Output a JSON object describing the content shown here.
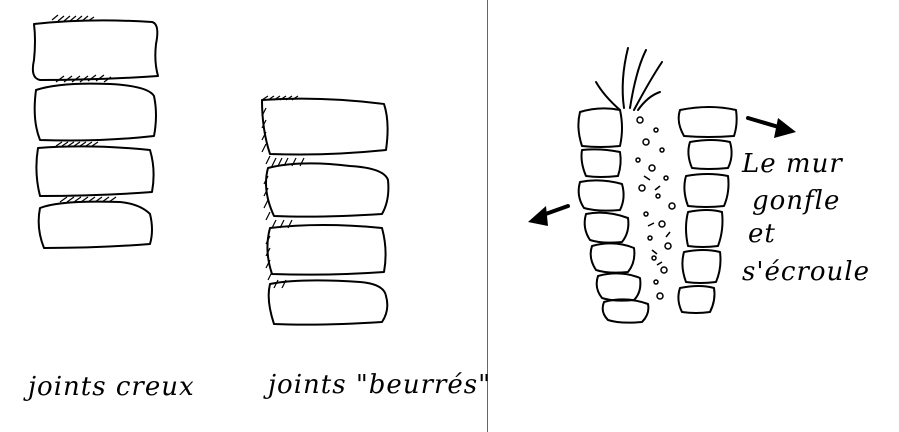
{
  "captions": {
    "dry_joints": "joints creux",
    "buttered_joints": "joints \"beurrés\""
  },
  "annotation": {
    "line1": "Le mur",
    "line2": "gonfle",
    "line3": "et",
    "line4": "s'écroule"
  },
  "colors": {
    "ink": "#000000",
    "divider": "#e03030",
    "paper": "#ffffff"
  }
}
